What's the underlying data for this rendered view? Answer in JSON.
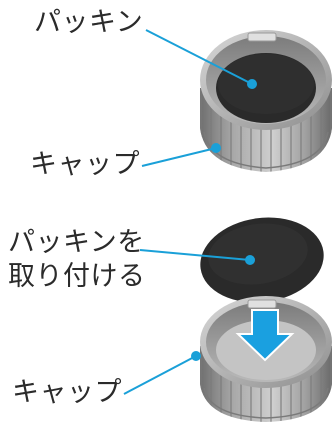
{
  "labels": {
    "packing_top": "パッキン",
    "cap_top": "キャップ",
    "packing_attach_line1": "パッキンを",
    "packing_attach_line2": "取り付ける",
    "cap_bottom": "キャップ"
  },
  "colors": {
    "leader_line": "#1aa0d8",
    "arrow": "#1aa0e0",
    "packing": "#2a2a2a",
    "cap_body": "#9a9a9a"
  }
}
